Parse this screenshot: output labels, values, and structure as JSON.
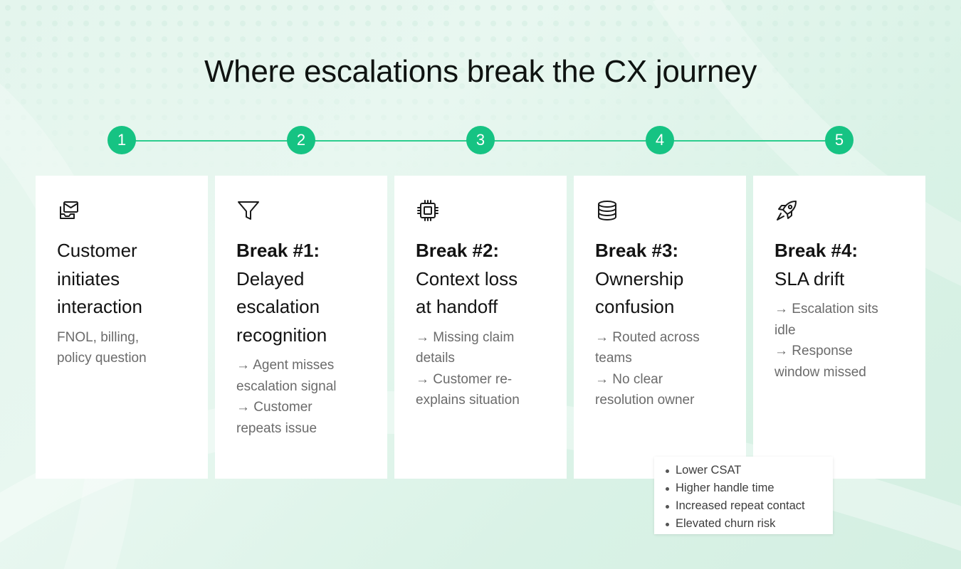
{
  "title": "Where escalations break the CX journey",
  "steps": [
    "1",
    "2",
    "3",
    "4",
    "5"
  ],
  "cards": [
    {
      "icon": "message-inbox-icon",
      "title_bold": "",
      "title_lines": [
        "Customer",
        "initiates",
        "interaction"
      ],
      "desc_lines": [
        "FNOL, billing,",
        "policy question"
      ]
    },
    {
      "icon": "filter-icon",
      "title_bold": "Break #1:",
      "title_lines": [
        "Delayed",
        "escalation",
        "recognition"
      ],
      "desc_lines": [
        "→ Agent misses",
        "escalation signal",
        "→ Customer",
        "repeats issue"
      ]
    },
    {
      "icon": "cpu-chip-icon",
      "title_bold": "Break #2:",
      "title_lines": [
        "Context loss",
        "at handoff"
      ],
      "desc_lines": [
        "→ Missing claim",
        "details",
        "→ Customer re-",
        "explains situation"
      ]
    },
    {
      "icon": "database-icon",
      "title_bold": "Break #3:",
      "title_lines": [
        "Ownership",
        "confusion"
      ],
      "desc_lines": [
        "→ Routed across",
        "teams",
        "→ No clear",
        "resolution owner"
      ]
    },
    {
      "icon": "rocket-icon",
      "title_bold": "Break #4:",
      "title_lines": [
        "SLA drift"
      ],
      "desc_lines": [
        "→ Escalation sits",
        "idle",
        "→ Response",
        "window missed"
      ]
    }
  ],
  "impacts": [
    "Lower CSAT",
    "Higher handle time",
    "Increased repeat contact",
    "Elevated churn risk"
  ],
  "colors": {
    "accent": "#16c383",
    "line": "#2ccd8e",
    "background": "#e4f5ed"
  }
}
